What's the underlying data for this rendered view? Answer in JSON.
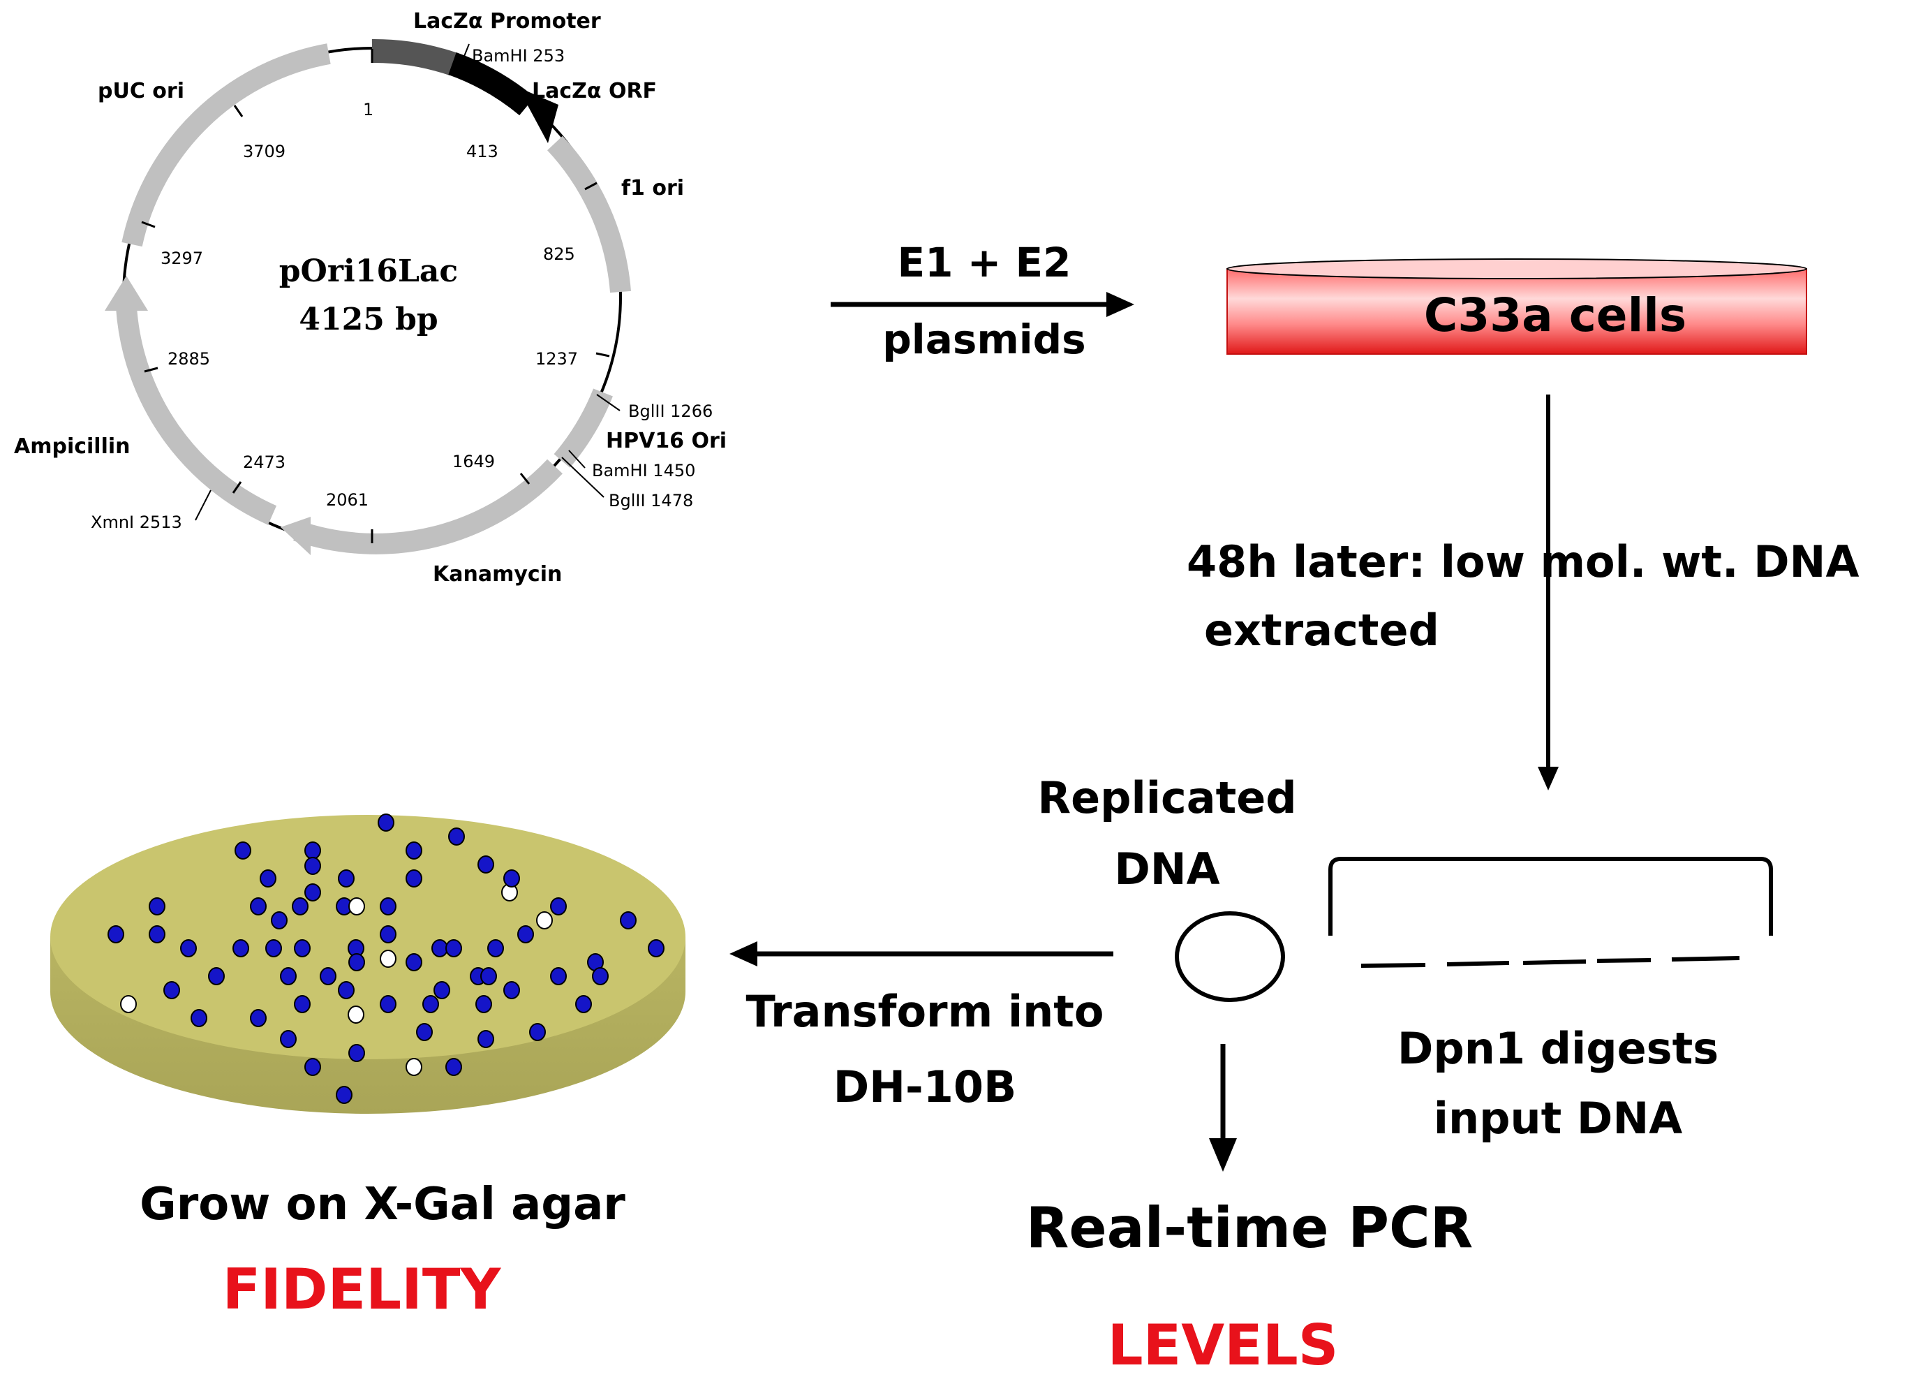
{
  "plasmid": {
    "name": "pOri16Lac",
    "size": "4125 bp",
    "features": {
      "lacz_promoter": "LacZα  Promoter",
      "lacz_orf": "LacZα  ORF",
      "puc_ori": "pUC ori",
      "f1_ori": "f1 ori",
      "hpv16_ori": "HPV16 Ori",
      "ampicillin": "Ampicillin",
      "kanamycin": "Kanamycin"
    },
    "sites": {
      "bamhi_253": "BamHI 253",
      "bglii_1266": "BglII 1266",
      "bamhi_1450": "BamHI 1450",
      "bglii_1478": "BglII 1478",
      "xmni_2513": "XmnI 2513"
    },
    "ticks": [
      "1",
      "413",
      "825",
      "1237",
      "1649",
      "2061",
      "2473",
      "2885",
      "3297",
      "3709"
    ]
  },
  "flow": {
    "step1_top": "E1 + E2",
    "step1_bottom": "plasmids",
    "cells": "C33a cells",
    "extract_line1": "48h later: low mol. wt. DNA",
    "extract_line2": "extracted",
    "replicated_line1": "Replicated",
    "replicated_line2": "DNA",
    "dpn_line1": "Dpn1 digests",
    "dpn_line2": "input DNA",
    "transform_line1": "Transform into",
    "transform_line2": "DH-10B",
    "pcr": "Real-time PCR",
    "levels": "LEVELS",
    "grow": "Grow on X-Gal agar",
    "fidelity": "FIDELITY"
  },
  "colors": {
    "accent_red": "#e8121b",
    "agar": "#c9c56e",
    "colony_blue": "#1515c8",
    "colony_white": "#ffffff",
    "plasmid_gray": "#c0c0c0"
  }
}
